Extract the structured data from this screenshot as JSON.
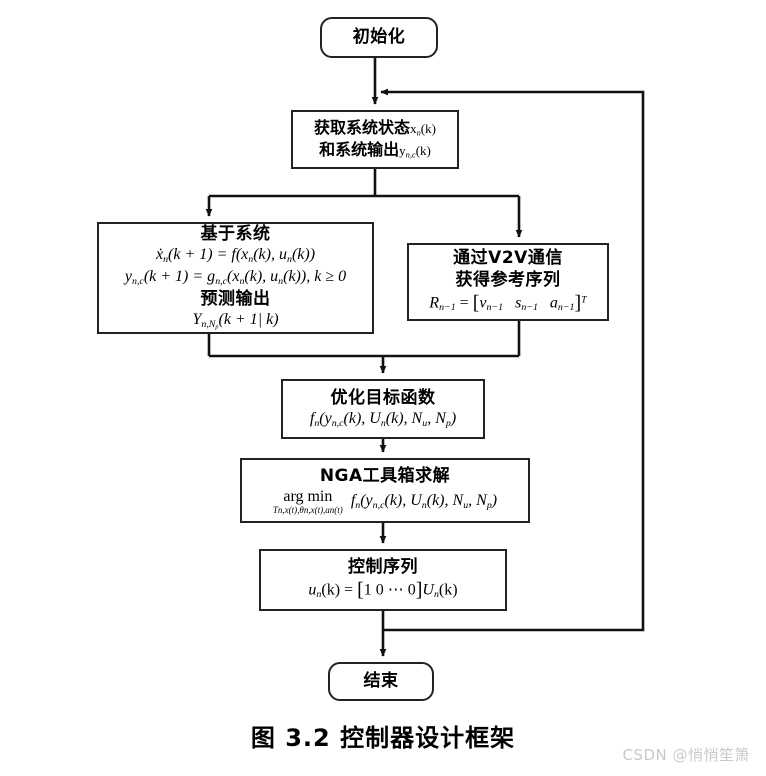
{
  "figure": {
    "caption": "图 3.2  控制器设计框架",
    "watermark": "CSDN @悄悄笙箫"
  },
  "nodes": {
    "start": {
      "label": "初始化",
      "shape": "rounded-rectangle"
    },
    "acquire": {
      "line1_cn": "获取系统状态",
      "line1_math": "x",
      "line1_sub": "n",
      "line1_tail": "(k)",
      "line2_cn": "和系统输出",
      "line2_math": "y",
      "line2_sub": "n,c",
      "line2_tail": "(k)"
    },
    "model": {
      "title": "基于系统",
      "eq1": "ẋ",
      "eq1_sub": "n",
      "eq1_rest": "(k + 1) = f(x",
      "eq1_sub2": "n",
      "eq1_rest2": "(k), u",
      "eq1_sub3": "n",
      "eq1_rest3": "(k))",
      "eq2_lhs": "y",
      "eq2_lhs_sub": "n,c",
      "eq2_mid": "(k + 1) = g",
      "eq2_g_sub": "n,c",
      "eq2_args": "(x",
      "eq2_x_sub": "n",
      "eq2_args2": "(k), u",
      "eq2_u_sub": "n",
      "eq2_args3": "(k)), k ≥ 0",
      "subtitle": "预测输出",
      "eq3": "Y",
      "eq3_sub": "n,N",
      "eq3_sub_sub": "p",
      "eq3_rest": "(k + 1| k)"
    },
    "v2v": {
      "line1": "通过V2V通信",
      "line2": "获得参考序列",
      "eq_lhs": "R",
      "eq_lhs_sub": "n−1",
      "eq_eq": " = ",
      "eq_v": "v",
      "eq_v_sub": "n−1",
      "eq_s": "s",
      "eq_s_sub": "n−1",
      "eq_a": "a",
      "eq_a_sub": "n−1",
      "eq_sup": "T"
    },
    "objective": {
      "title": "优化目标函数",
      "eq_f": "f",
      "eq_f_sub": "n",
      "eq_open": "(y",
      "eq_y_sub": "n,c",
      "eq_mid": "(k), U",
      "eq_U_sub": "n",
      "eq_mid2": "(k), N",
      "eq_Nu_sub": "u",
      "eq_mid3": ", N",
      "eq_Np_sub": "p",
      "eq_close": ")"
    },
    "nga": {
      "title": "NGA工具箱求解",
      "argmin": "arg min",
      "argmin_sub": "Tn,x(t),θn,x(t),an(t)",
      "eq_f": "f",
      "eq_f_sub": "n",
      "eq_open": "(y",
      "eq_y_sub": "n,c",
      "eq_mid": "(k), U",
      "eq_U_sub": "n",
      "eq_mid2": "(k), N",
      "eq_Nu_sub": "u",
      "eq_mid3": ", N",
      "eq_Np_sub": "p",
      "eq_close": ")"
    },
    "control": {
      "title": "控制序列",
      "eq_u": "u",
      "eq_u_sub": "n",
      "eq_k": "(k) = ",
      "eq_vec": "1   0   ⋯   0",
      "eq_U": "U",
      "eq_U_sub": "n",
      "eq_tail": "(k)"
    },
    "end": {
      "label": "结束",
      "shape": "rounded-rectangle"
    }
  },
  "edges": [
    {
      "name": "start-to-acquire",
      "from": "start",
      "to": "acquire",
      "arrow": true
    },
    {
      "name": "acquire-to-model",
      "from": "acquire",
      "to": "model",
      "arrow": true
    },
    {
      "name": "acquire-to-v2v",
      "from": "acquire",
      "to": "v2v",
      "arrow": true
    },
    {
      "name": "model-to-objective",
      "from": "model",
      "to": "objective",
      "arrow": true
    },
    {
      "name": "v2v-to-objective",
      "from": "v2v",
      "to": "objective",
      "arrow": true
    },
    {
      "name": "objective-to-nga",
      "from": "objective",
      "to": "nga",
      "arrow": true
    },
    {
      "name": "nga-to-control",
      "from": "nga",
      "to": "control",
      "arrow": true
    },
    {
      "name": "control-to-end",
      "from": "control",
      "to": "end",
      "arrow": true
    },
    {
      "name": "feedback-control-to-acquire",
      "from": "control",
      "to": "acquire",
      "arrow": true
    }
  ],
  "colors": {
    "stroke": "#222222",
    "background": "#ffffff",
    "text": "#000000",
    "watermark": "#c9c9c9"
  }
}
